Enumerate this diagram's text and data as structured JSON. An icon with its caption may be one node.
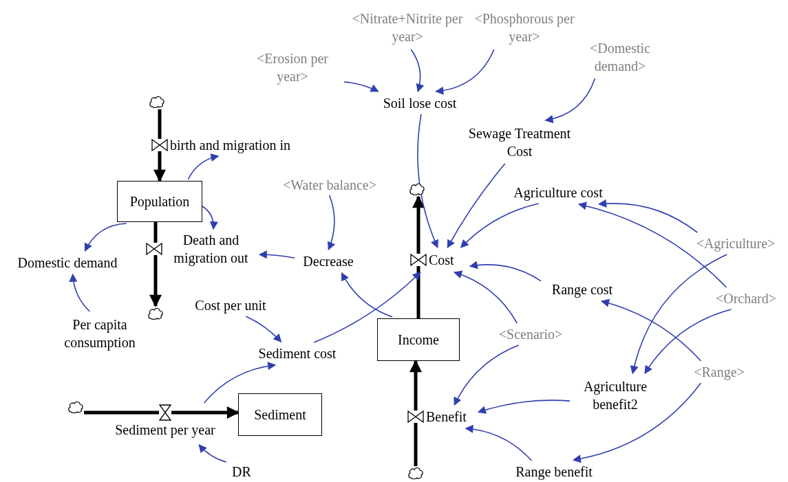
{
  "diagram": {
    "nodes": [
      {
        "text": [],
        "shape": "cloud"
      },
      {
        "text": [
          "birth and migration in"
        ]
      },
      {
        "text": [
          "Population"
        ]
      },
      {
        "text": [
          "Death and migration out"
        ]
      },
      {
        "text": [],
        "shape": "cloud"
      },
      {
        "text": [
          "Domestic demand"
        ]
      },
      {
        "text": [
          "Per capita consumption"
        ]
      },
      {
        "text": [
          "<Erosion per year>"
        ]
      },
      {
        "text": [
          "<Nitrate+Nitrite per year>"
        ]
      },
      {
        "text": [
          "<Phosphorous per year>"
        ]
      },
      {
        "text": [
          "<Domestic demand>"
        ]
      },
      {
        "text": [
          "Soil lose cost"
        ]
      },
      {
        "text": [
          "Sewage Treatment Cost"
        ]
      },
      {
        "text": [
          "<Water balance>"
        ]
      },
      {
        "text": [
          "Decrease"
        ]
      },
      {
        "text": [
          "Agriculture cost"
        ]
      },
      {
        "text": [],
        "shape": "cloud"
      },
      {
        "text": [
          "Cost"
        ]
      },
      {
        "text": [
          "Income"
        ]
      },
      {
        "text": [
          "Range cost"
        ]
      },
      {
        "text": [
          "<Agriculture>"
        ]
      },
      {
        "text": [
          "<Orchard>"
        ]
      },
      {
        "text": [
          "Cost per unit"
        ]
      },
      {
        "text": [
          "Sediment cost"
        ]
      },
      {
        "text": [
          "<Scenario>"
        ]
      },
      {
        "text": [],
        "shape": "cloud"
      },
      {
        "text": [
          "Sediment per year"
        ]
      },
      {
        "text": [
          "Sediment"
        ]
      },
      {
        "text": [
          "DR"
        ]
      },
      {
        "text": [
          "Benefit"
        ]
      },
      {
        "text": [
          "Agriculture benefit2"
        ]
      },
      {
        "text": [
          "<Range>"
        ]
      },
      {
        "text": [
          "Range benefit"
        ]
      },
      {
        "text": [],
        "shape": "cloud"
      }
    ],
    "edges": [
      {
        "from": 0,
        "to": 1,
        "arrow": "none",
        "style": "thick",
        "color": "#000000"
      },
      {
        "from": 1,
        "to": 2,
        "arrow": "to",
        "style": "thick",
        "color": "#000000"
      },
      {
        "from": 2,
        "to": 3,
        "arrow": "none",
        "style": "thick",
        "color": "#000000"
      },
      {
        "from": 3,
        "to": 4,
        "arrow": "to",
        "style": "thick",
        "color": "#000000"
      },
      {
        "from": 18,
        "to": 17,
        "arrow": "none",
        "style": "thick",
        "color": "#000000"
      },
      {
        "from": 17,
        "to": 16,
        "arrow": "to",
        "style": "thick",
        "color": "#000000"
      },
      {
        "from": 33,
        "to": 29,
        "arrow": "none",
        "style": "thick",
        "color": "#000000"
      },
      {
        "from": 29,
        "to": 18,
        "arrow": "to",
        "style": "thick",
        "color": "#000000"
      },
      {
        "from": 25,
        "to": 26,
        "arrow": "none",
        "style": "thick",
        "color": "#000000"
      },
      {
        "from": 26,
        "to": 27,
        "arrow": "to",
        "style": "thick",
        "color": "#000000"
      },
      {
        "from": 2,
        "to": 1,
        "arrow": "to"
      },
      {
        "from": 2,
        "to": 3,
        "arrow": "to"
      },
      {
        "from": 2,
        "to": 5,
        "arrow": "to"
      },
      {
        "from": 6,
        "to": 5,
        "arrow": "to"
      },
      {
        "from": 7,
        "to": 11,
        "arrow": "to"
      },
      {
        "from": 8,
        "to": 11,
        "arrow": "to"
      },
      {
        "from": 9,
        "to": 11,
        "arrow": "to"
      },
      {
        "from": 10,
        "to": 12,
        "arrow": "to"
      },
      {
        "from": 11,
        "to": 17,
        "arrow": "to"
      },
      {
        "from": 12,
        "to": 17,
        "arrow": "to"
      },
      {
        "from": 15,
        "to": 17,
        "arrow": "to"
      },
      {
        "from": 13,
        "to": 14,
        "arrow": "to"
      },
      {
        "from": 14,
        "to": 3,
        "arrow": "to"
      },
      {
        "from": 18,
        "to": 14,
        "arrow": "to"
      },
      {
        "from": 19,
        "to": 17,
        "arrow": "to"
      },
      {
        "from": 24,
        "to": 17,
        "arrow": "to"
      },
      {
        "from": 23,
        "to": 17,
        "arrow": "to"
      },
      {
        "from": 22,
        "to": 23,
        "arrow": "to"
      },
      {
        "from": 26,
        "to": 23,
        "arrow": "to"
      },
      {
        "from": 28,
        "to": 26,
        "arrow": "to"
      },
      {
        "from": 20,
        "to": 15,
        "arrow": "to"
      },
      {
        "from": 21,
        "to": 15,
        "arrow": "to"
      },
      {
        "from": 20,
        "to": 30,
        "arrow": "to"
      },
      {
        "from": 21,
        "to": 30,
        "arrow": "to"
      },
      {
        "from": 31,
        "to": 19,
        "arrow": "to"
      },
      {
        "from": 24,
        "to": 29,
        "arrow": "to"
      },
      {
        "from": 30,
        "to": 29,
        "arrow": "to"
      },
      {
        "from": 32,
        "to": 29,
        "arrow": "to"
      },
      {
        "from": 31,
        "to": 32,
        "arrow": "to"
      }
    ]
  }
}
